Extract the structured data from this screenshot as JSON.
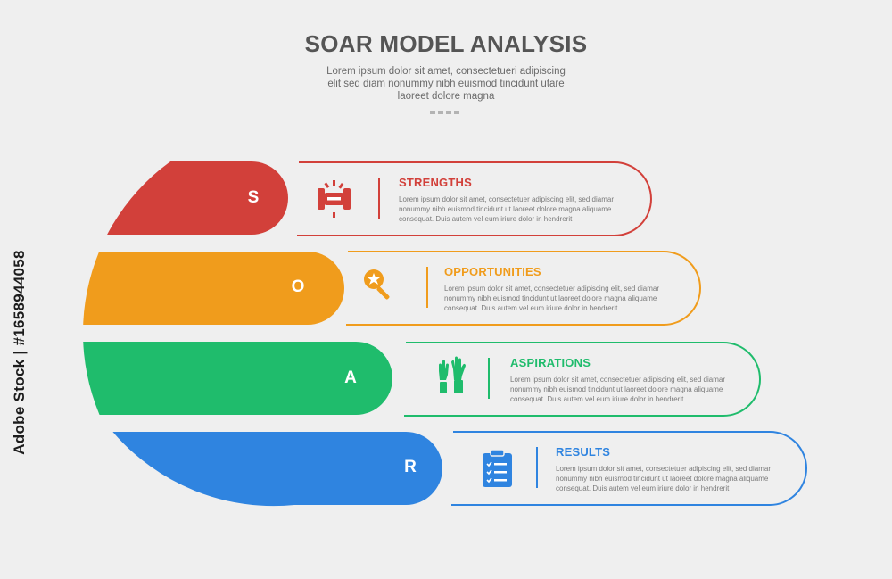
{
  "header": {
    "title": "SOAR MODEL ANALYSIS",
    "subtitle_lines": [
      "Lorem ipsum dolor sit amet, consectetueri adipiscing",
      "elit sed diam nonummy nibh euismod tincidunt utare",
      "laoreet dolore magna"
    ]
  },
  "items": [
    {
      "letter": "S",
      "heading": "STRENGTHS",
      "icon": "dumbbell-icon",
      "color": "#d2403a",
      "desc": [
        "Lorem ipsum dolor sit amet, consectetuer adipiscing elit, sed diamar",
        "nonummy nibh euismod tincidunt ut laoreet dolore magna aliquame",
        "consequat. Duis autem vel eum iriure dolor in hendrerit"
      ]
    },
    {
      "letter": "O",
      "heading": "OPPORTUNITIES",
      "icon": "magnifier-star-icon",
      "color": "#f09c1c",
      "desc": [
        "Lorem ipsum dolor sit amet, consectetuer adipiscing elit, sed diamar",
        "nonummy nibh euismod tincidunt ut laoreet dolore magna aliquame",
        "consequat. Duis autem vel eum iriure dolor in hendrerit"
      ]
    },
    {
      "letter": "A",
      "heading": "ASPIRATIONS",
      "icon": "raised-hands-icon",
      "color": "#1fbc6c",
      "desc": [
        "Lorem ipsum dolor sit amet, consectetuer adipiscing elit, sed diamar",
        "nonummy nibh euismod tincidunt ut laoreet dolore magna aliquame",
        "consequat. Duis autem vel eum iriure dolor in hendrerit"
      ]
    },
    {
      "letter": "R",
      "heading": "RESULTS",
      "icon": "clipboard-checklist-icon",
      "color": "#2f84e0",
      "desc": [
        "Lorem ipsum dolor sit amet, consectetuer adipiscing elit, sed diamar",
        "nonummy nibh euismod tincidunt ut laoreet dolore magna aliquame",
        "consequat. Duis autem vel eum iriure dolor in hendrerit"
      ]
    }
  ],
  "watermark": {
    "stock_id": "Adobe Stock | #1658944058"
  }
}
